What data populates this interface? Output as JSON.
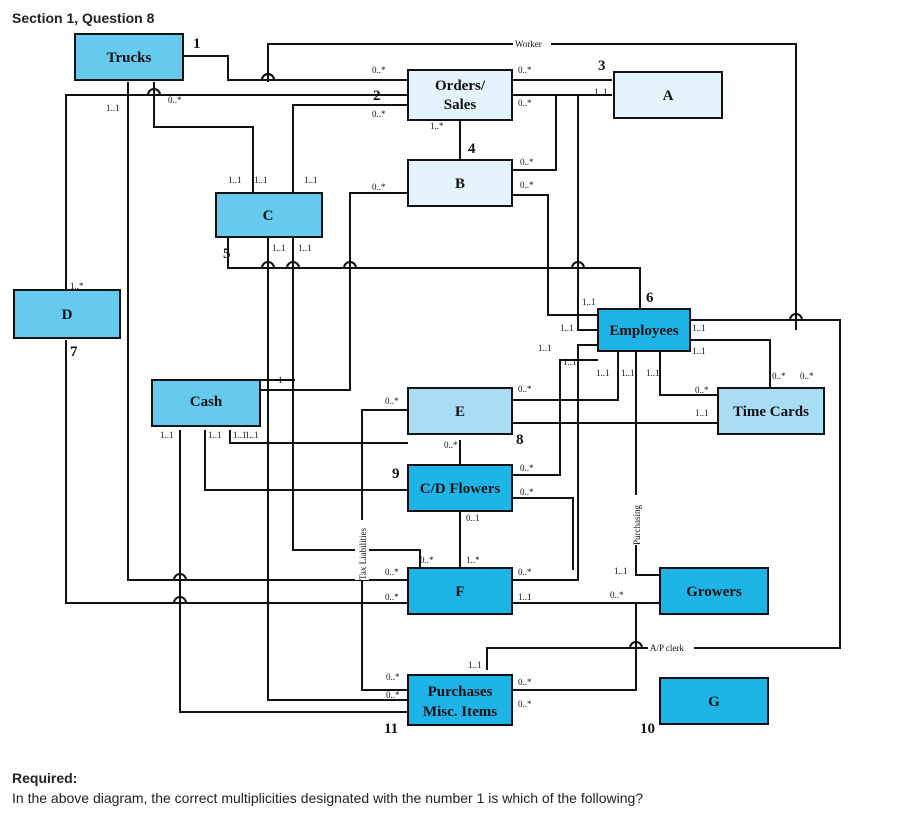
{
  "header": {
    "title": "Section 1, Question 8"
  },
  "entities": {
    "trucks": "Trucks",
    "orders_1": "Orders/",
    "orders_2": "Sales",
    "a": "A",
    "b": "B",
    "c": "C",
    "d": "D",
    "employees": "Employees",
    "cash": "Cash",
    "e": "E",
    "time_cards": "Time Cards",
    "cd_flowers": "C/D Flowers",
    "f": "F",
    "growers": "Growers",
    "purch_1": "Purchases",
    "purch_2": "Misc. Items",
    "g": "G"
  },
  "relationship_numbers": [
    "1",
    "2",
    "3",
    "4",
    "5",
    "6",
    "7",
    "8",
    "9",
    "10",
    "11"
  ],
  "roles": {
    "worker": "Worker",
    "tax": "Tax Liabilities",
    "purchasing": "Purchasing",
    "ap_clerk": "A/P clerk"
  },
  "multiplicities": [
    "0..*",
    "0..*",
    "0..*",
    "0..*",
    "1..*",
    "1..1",
    "1..1",
    "0..*",
    "0..*",
    "0..*",
    "0..*",
    "1..1",
    "1..1",
    "1..1",
    "1..1",
    "1..1",
    "1..1",
    "1..*",
    "1..1",
    "1..1",
    "1..1",
    "1..1",
    "1..1",
    "1..1",
    "1..1",
    "1..1",
    "1..1",
    "0..*",
    "1..1",
    "0..*",
    "0..*",
    "1",
    "1..1",
    "1..1",
    "1..1",
    "0..*",
    "0..*",
    "0..*",
    "0..*",
    "0..*",
    "0..1",
    "0..*",
    "1..*",
    "0..*",
    "0..*",
    "0..*",
    "1..1",
    "1..1",
    "0..*",
    "1..1",
    "0..*",
    "0..*",
    "0..*"
  ],
  "required": {
    "label": "Required:",
    "text": "In the above diagram, the correct multiplicities designated with the number 1 is which of the following?"
  },
  "colors": {
    "dark_entity": "#66c9ee",
    "light_entity": "#e4f3fc",
    "mid_entity": "#a9dcf5",
    "flower_entity": "#1fb4e8",
    "line": "#111111"
  }
}
